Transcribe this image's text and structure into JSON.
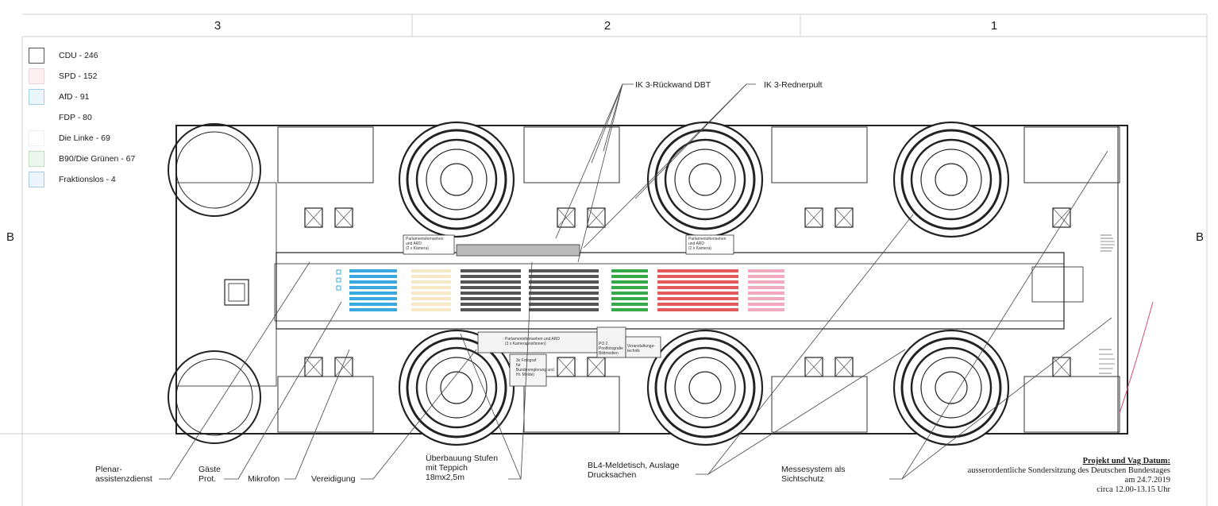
{
  "grid": {
    "columns": [
      "3",
      "2",
      "1"
    ],
    "rows": [
      "B",
      "B"
    ]
  },
  "legend": [
    {
      "label": "CDU - 246",
      "color": "#ffffff",
      "border": "#555555"
    },
    {
      "label": "SPD - 152",
      "color": "#fdeff2",
      "border": "#f0d4dc"
    },
    {
      "label": "AfD - 91",
      "color": "#eaf5fb",
      "border": "#9fd0ea"
    },
    {
      "label": "FDP - 80",
      "color": "#ffffff",
      "border": "#ffffff"
    },
    {
      "label": "Die Linke - 69",
      "color": "#ffffff",
      "border": "#f4f0f0"
    },
    {
      "label": "B90/Die Grünen - 67",
      "color": "#eef7ef",
      "border": "#bcdcc0"
    },
    {
      "label": "Fraktionslos - 4",
      "color": "#eef4fb",
      "border": "#a9c8e6"
    }
  ],
  "callouts_top": {
    "rueckwand": "IK 3-Rückwand DBT",
    "rednerpult": "IK 3-Rednerpult"
  },
  "callouts_bottom": {
    "plenar": "Plenar-\nassistenzdienst",
    "gaeste": "Gäste\nProt.",
    "mikrofon": "Mikrofon",
    "vereidigung": "Vereidigung",
    "ueberbauung": "Überbauung Stufen\nmit Teppich\n18mx2,5m",
    "bl4": "BL4-Meldetisch, Auslage\nDrucksachen",
    "messesystem": "Messesystem als\nSichtschutz"
  },
  "plan_labels": {
    "parl_a": "Parlamentsfernsehen\nund ARD\n(2 x Kamera)",
    "parl_b": "Parlamentsfernsehen\nund ARD\n(2 x Kamera)",
    "parl_c": "Parlamentsfernsehen und ARD\n(3 x Kamerapositionen)",
    "fotograf": "3x Fotograf\nfür\nBundesregierung und\nHr. Melde)",
    "pool": "PO 2\nPoolfotografie\nBildmedien",
    "tech": "Veranstaltungs-\ntechnik"
  },
  "project": {
    "title": "Projekt und Vag Datum:",
    "line1": "ausserordentliche Sondersitzung des Deutschen Bundestages",
    "line2": "am 24.7.2019",
    "line3": "circa 12.00-13.15 Uhr"
  },
  "seat_colors": {
    "afd": "#3aa8e0",
    "fdp": "#f6e8c4",
    "cdu": "#555555",
    "gruene": "#35a84a",
    "linke": "#e25a5a",
    "spd": "#f1a9bd"
  }
}
